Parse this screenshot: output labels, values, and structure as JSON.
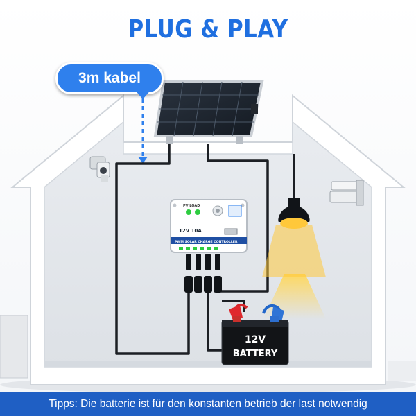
{
  "headline": "PLUG & PLAY",
  "cable_callout": "3m kabel",
  "controller": {
    "indicator_labels": "PV  LOAD",
    "rating": "12V 10A",
    "band": "PWM SOLAR CHARGE CONTROLLER"
  },
  "battery": {
    "voltage": "12V",
    "label": "BATTERY"
  },
  "footer_tip": "Tipps: Die batterie ist für den konstanten betrieb der last notwendig",
  "colors": {
    "headline": "#1f6fe0",
    "callout": "#2f80ed",
    "footer": "#1f5fc4",
    "lamp_glow": "#ffc83a"
  }
}
